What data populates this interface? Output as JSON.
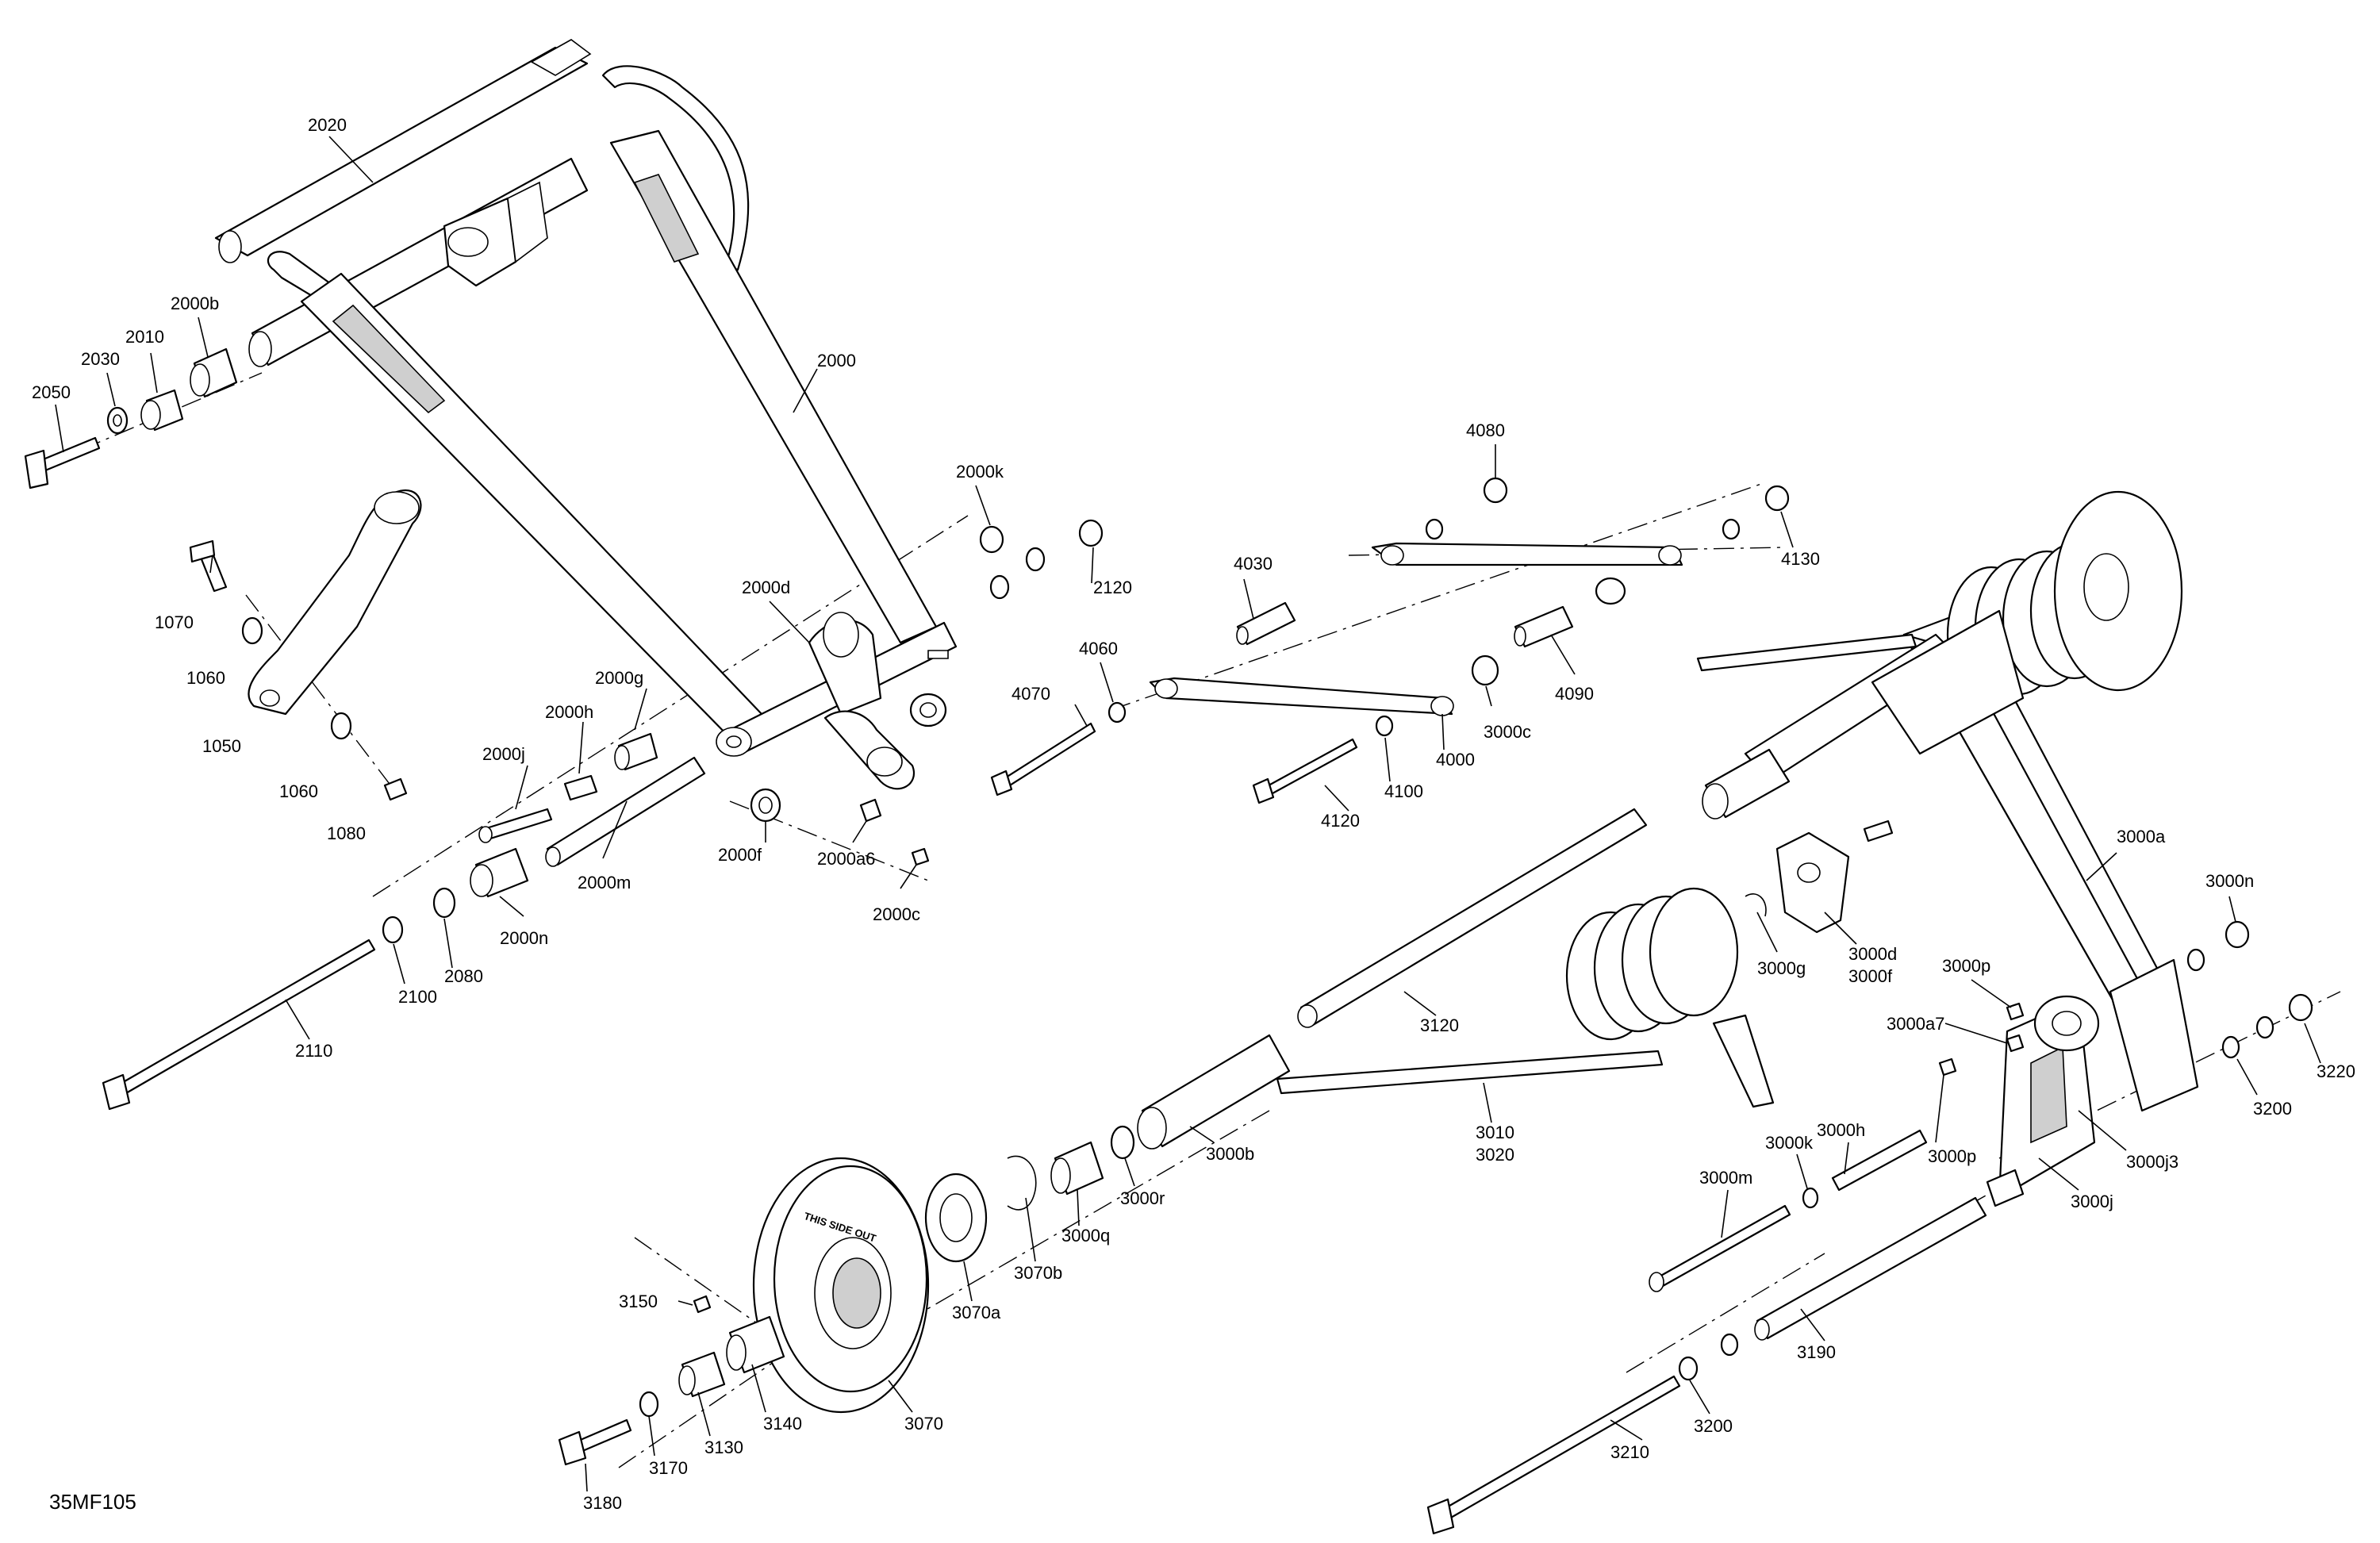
{
  "figure_ref": "35MF105",
  "wheel_marking": "THIS SIDE OUT",
  "callouts": [
    {
      "id": "c2020",
      "label": "2020"
    },
    {
      "id": "c2000b",
      "label": "2000b"
    },
    {
      "id": "c2010",
      "label": "2010"
    },
    {
      "id": "c2030",
      "label": "2030"
    },
    {
      "id": "c2050",
      "label": "2050"
    },
    {
      "id": "c2000",
      "label": "2000"
    },
    {
      "id": "c1070",
      "label": "1070"
    },
    {
      "id": "c1060a",
      "label": "1060"
    },
    {
      "id": "c1050",
      "label": "1050"
    },
    {
      "id": "c1060b",
      "label": "1060"
    },
    {
      "id": "c1080",
      "label": "1080"
    },
    {
      "id": "c2000k",
      "label": "2000k"
    },
    {
      "id": "c2120",
      "label": "2120"
    },
    {
      "id": "c2000d",
      "label": "2000d"
    },
    {
      "id": "c2000g",
      "label": "2000g"
    },
    {
      "id": "c2000h",
      "label": "2000h"
    },
    {
      "id": "c2000j",
      "label": "2000j"
    },
    {
      "id": "c2000m",
      "label": "2000m"
    },
    {
      "id": "c2000n",
      "label": "2000n"
    },
    {
      "id": "c2000f",
      "label": "2000f"
    },
    {
      "id": "c2000a6",
      "label": "2000a6"
    },
    {
      "id": "c2000c",
      "label": "2000c"
    },
    {
      "id": "c2080",
      "label": "2080"
    },
    {
      "id": "c2100",
      "label": "2100"
    },
    {
      "id": "c2110",
      "label": "2110"
    },
    {
      "id": "c4080",
      "label": "4080"
    },
    {
      "id": "c4130",
      "label": "4130"
    },
    {
      "id": "c4030",
      "label": "4030"
    },
    {
      "id": "c4060",
      "label": "4060"
    },
    {
      "id": "c4070",
      "label": "4070"
    },
    {
      "id": "c4090",
      "label": "4090"
    },
    {
      "id": "c3000c",
      "label": "3000c"
    },
    {
      "id": "c4000",
      "label": "4000"
    },
    {
      "id": "c4100",
      "label": "4100"
    },
    {
      "id": "c4120",
      "label": "4120"
    },
    {
      "id": "c3000a",
      "label": "3000a"
    },
    {
      "id": "c3000n",
      "label": "3000n"
    },
    {
      "id": "c3000d",
      "label": "3000d"
    },
    {
      "id": "c3000f",
      "label": "3000f"
    },
    {
      "id": "c3000g",
      "label": "3000g"
    },
    {
      "id": "c3000p_top",
      "label": "3000p"
    },
    {
      "id": "c3000a7",
      "label": "3000a7"
    },
    {
      "id": "c3220",
      "label": "3220"
    },
    {
      "id": "c3200a",
      "label": "3200"
    },
    {
      "id": "c3120",
      "label": "3120"
    },
    {
      "id": "c3010",
      "label": "3010"
    },
    {
      "id": "c3020",
      "label": "3020"
    },
    {
      "id": "c3000b",
      "label": "3000b"
    },
    {
      "id": "c3000r",
      "label": "3000r"
    },
    {
      "id": "c3000q",
      "label": "3000q"
    },
    {
      "id": "c3070b",
      "label": "3070b"
    },
    {
      "id": "c3070a",
      "label": "3070a"
    },
    {
      "id": "c3070",
      "label": "3070"
    },
    {
      "id": "c3150",
      "label": "3150"
    },
    {
      "id": "c3140",
      "label": "3140"
    },
    {
      "id": "c3130",
      "label": "3130"
    },
    {
      "id": "c3170",
      "label": "3170"
    },
    {
      "id": "c3180",
      "label": "3180"
    },
    {
      "id": "c3000h",
      "label": "3000h"
    },
    {
      "id": "c3000k",
      "label": "3000k"
    },
    {
      "id": "c3000m",
      "label": "3000m"
    },
    {
      "id": "c3000p_bot",
      "label": "3000p"
    },
    {
      "id": "c3000j3",
      "label": "3000j3"
    },
    {
      "id": "c3000j",
      "label": "3000j"
    },
    {
      "id": "c3190",
      "label": "3190"
    },
    {
      "id": "c3200b",
      "label": "3200"
    },
    {
      "id": "c3210",
      "label": "3210"
    }
  ]
}
